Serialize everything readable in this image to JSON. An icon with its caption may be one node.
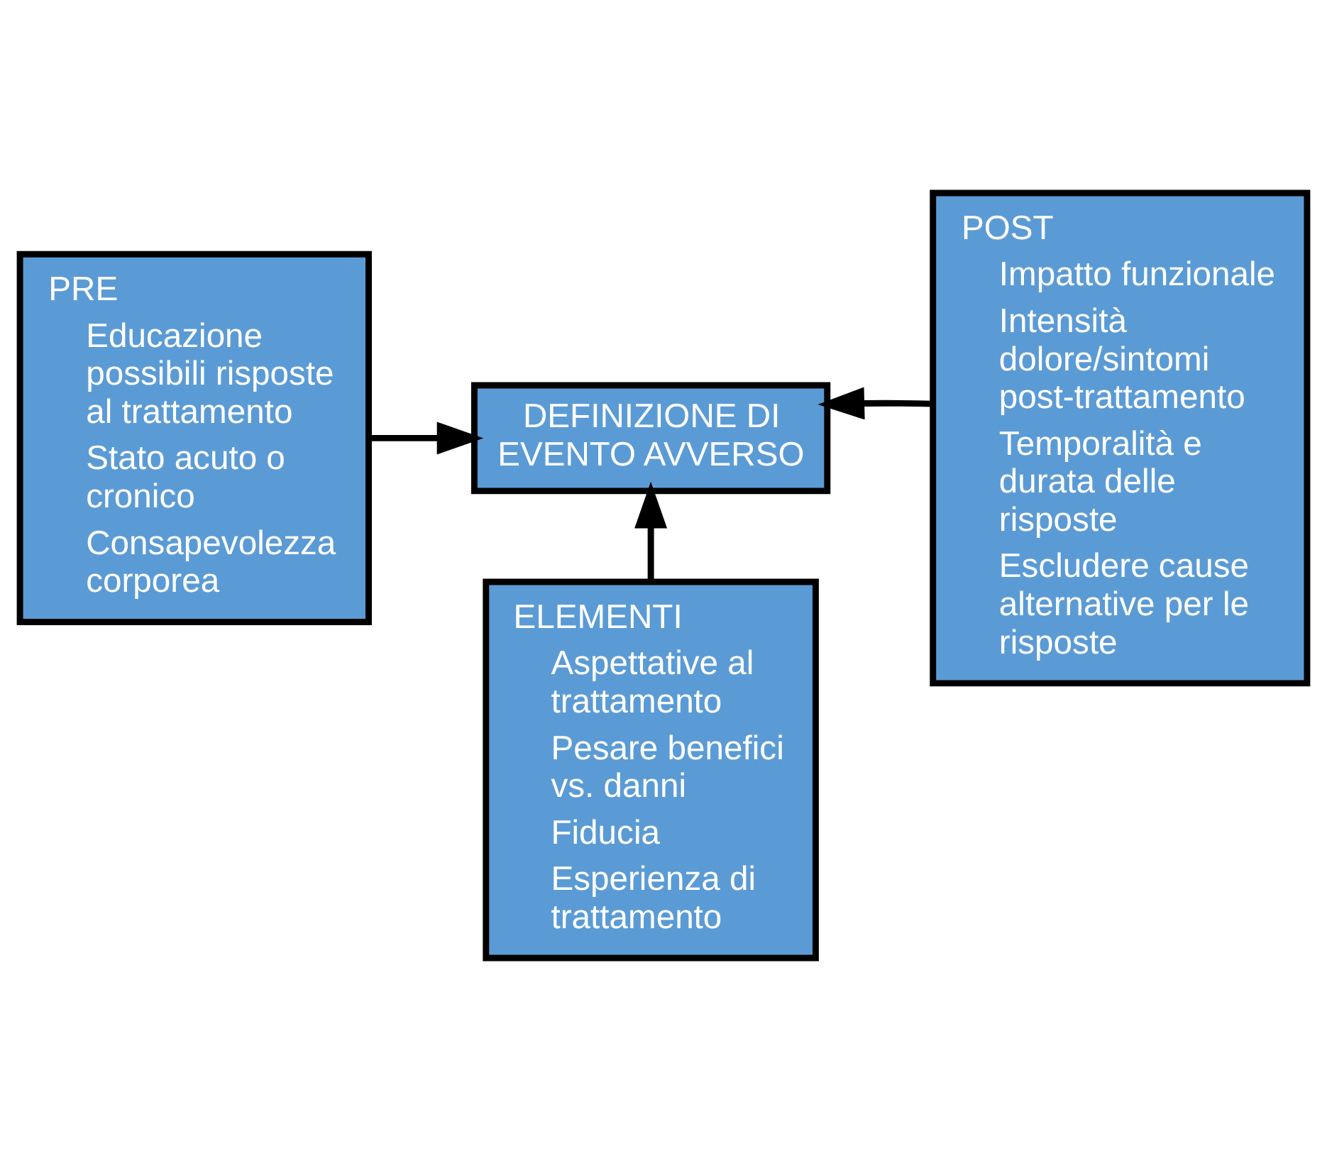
{
  "diagram": {
    "nodes": [
      {
        "text": [
          "PRE",
          "Educazione possibili risposte al trattamento",
          "Stato acuto o cronico",
          "Consapevolezza corporea"
        ]
      },
      {
        "text": [
          "DEFINIZIONE DI EVENTO AVVERSO"
        ]
      },
      {
        "text": [
          "POST",
          "Impatto funzionale",
          "Intensità dolore/sintomi post-trattamento",
          "Temporalità e durata delle risposte",
          "Escludere cause alternative per le risposte"
        ]
      },
      {
        "text": [
          "ELEMENTI",
          "Aspettative al trattamento",
          "Pesare benefici vs. danni",
          "Fiducia",
          "Esperienza di trattamento"
        ]
      }
    ],
    "edges": [
      {
        "from": 0,
        "to": 1,
        "arrow": "to"
      },
      {
        "from": 2,
        "to": 1,
        "arrow": "to"
      },
      {
        "from": 3,
        "to": 1,
        "arrow": "to"
      }
    ]
  }
}
